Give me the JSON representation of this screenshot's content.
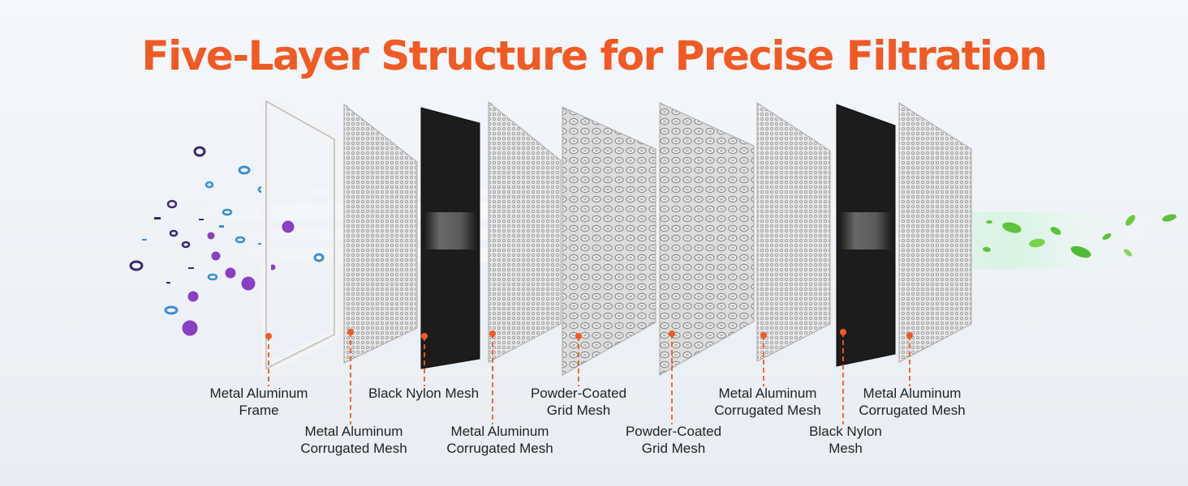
{
  "title": "Five-Layer Structure for Precise Filtration",
  "accent_color": "#f15a24",
  "layers": [
    {
      "line1": "Metal Aluminum",
      "line2": "Frame",
      "kind": "frame"
    },
    {
      "line1": "Metal Aluminum",
      "line2": "Corrugated Mesh",
      "kind": "corrugated"
    },
    {
      "line1": "Black Nylon Mesh",
      "line2": "",
      "kind": "nylon"
    },
    {
      "line1": "Metal Aluminum",
      "line2": "Corrugated Mesh",
      "kind": "corrugated"
    },
    {
      "line1": "Powder-Coated",
      "line2": "Grid Mesh",
      "kind": "grid"
    },
    {
      "line1": "Powder-Coated",
      "line2": "Grid Mesh",
      "kind": "grid"
    },
    {
      "line1": "Metal Aluminum",
      "line2": "Corrugated Mesh",
      "kind": "corrugated"
    },
    {
      "line1": "Black Nylon",
      "line2": "Mesh",
      "kind": "nylon"
    },
    {
      "line1": "Metal Aluminum",
      "line2": "Corrugated Mesh",
      "kind": "corrugated"
    }
  ],
  "icons": {
    "left_particles": "dust-particles-icon",
    "virus": "virus-icon",
    "right_leaves": "leaf-icon"
  }
}
